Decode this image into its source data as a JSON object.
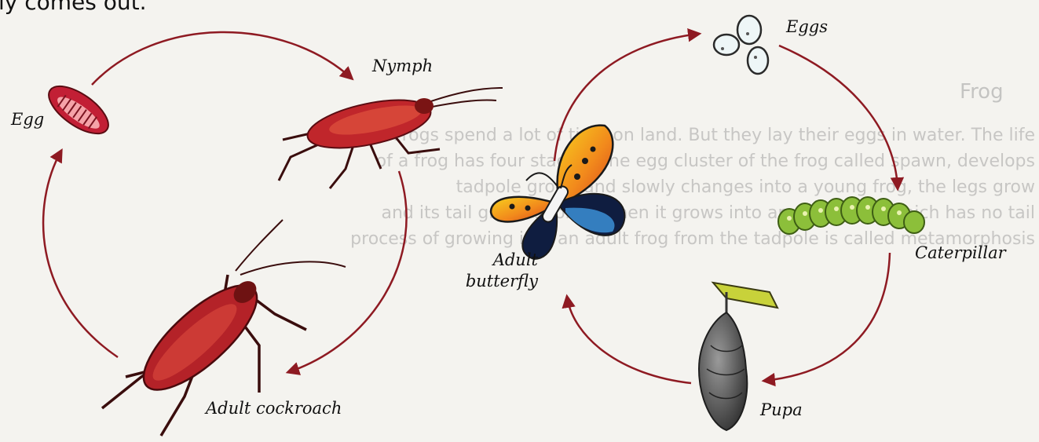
{
  "page_heading_fragment": "ly comes out.",
  "background_text": {
    "heading": "Frog",
    "lines": [
      "Frogs spend a lot of time on land. But they lay their eggs in water. The life",
      "of a frog has four stages. The egg cluster of the frog called spawn, develops",
      "tadpole grows and slowly changes into a young frog, the legs grow",
      "and its tail grows shorter. Then it grows into an adult frog, which has no tail",
      "process of growing into an adult frog from the tadpole is called metamorphosis"
    ]
  },
  "cockroach_cycle": {
    "stages": [
      "Egg",
      "Nymph",
      "Adult cockroach"
    ]
  },
  "butterfly_cycle": {
    "stages": [
      "Eggs",
      "Caterpillar",
      "Pupa",
      "Adult\nbutterfly"
    ]
  },
  "colors": {
    "arrow": "#8e1a22",
    "cockroach_body": "#c0262b",
    "caterpillar": "#8cbf3a",
    "pupa": "#4a4a4a",
    "butterfly_wing": "#f39c1e"
  }
}
